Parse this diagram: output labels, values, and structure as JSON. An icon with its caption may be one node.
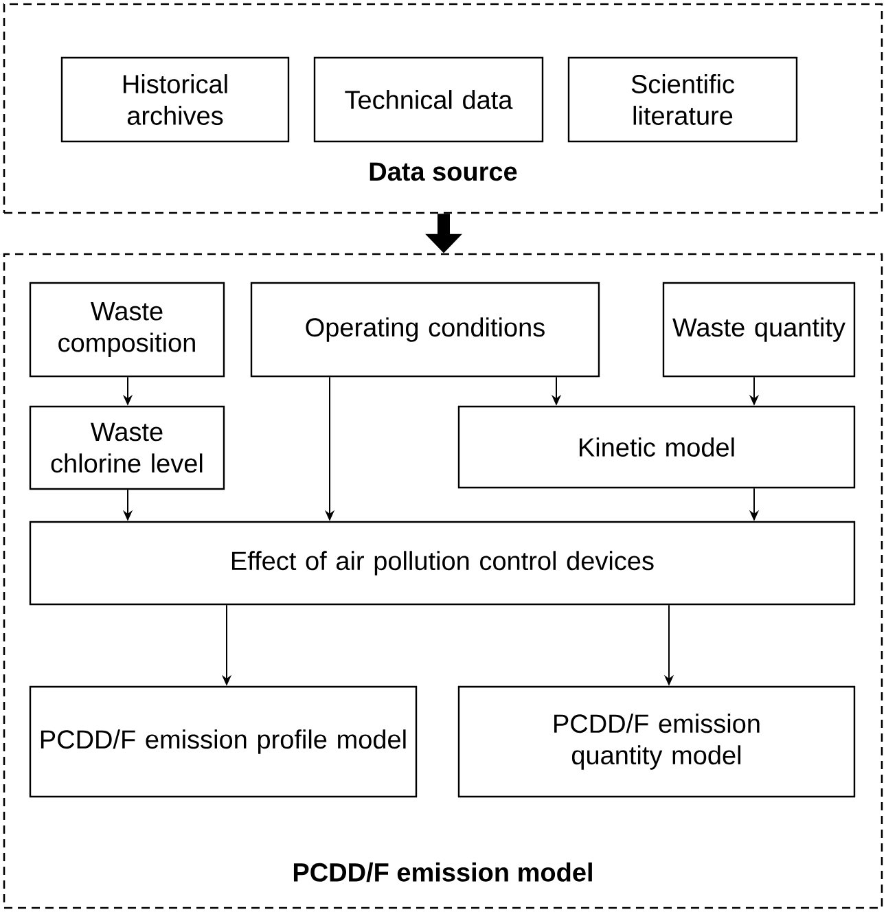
{
  "diagram": {
    "nodes": [
      {
        "text": [
          "Data source"
        ]
      },
      {
        "text": [
          "Historical archives"
        ],
        "in": 0
      },
      {
        "text": [
          "Technical data"
        ],
        "in": 0
      },
      {
        "text": [
          "Scientific literature"
        ],
        "in": 0
      },
      {
        "text": [
          "PCDD/F emission model"
        ]
      },
      {
        "text": [
          "Waste composition"
        ],
        "in": 4
      },
      {
        "text": [
          "Operating conditions"
        ],
        "in": 4
      },
      {
        "text": [
          "Waste quantity"
        ],
        "in": 4
      },
      {
        "text": [
          "Waste chlorine level"
        ],
        "in": 4
      },
      {
        "text": [
          "Kinetic model"
        ],
        "in": 4
      },
      {
        "text": [
          "Effect of air pollution control devices"
        ],
        "in": 4
      },
      {
        "text": [
          "PCDD/F emission profile model"
        ],
        "in": 4
      },
      {
        "text": [
          "PCDD/F emission quantity model"
        ],
        "in": 4
      }
    ],
    "edges": [
      {
        "from": 0,
        "to": 4,
        "arrow": "to",
        "style": "thick"
      },
      {
        "from": 5,
        "to": 8,
        "arrow": "to"
      },
      {
        "from": 6,
        "to": 10,
        "arrow": "to"
      },
      {
        "from": 6,
        "to": 9,
        "arrow": "to"
      },
      {
        "from": 7,
        "to": 9,
        "arrow": "to"
      },
      {
        "from": 8,
        "to": 10,
        "arrow": "to"
      },
      {
        "from": 9,
        "to": 10,
        "arrow": "to"
      },
      {
        "from": 10,
        "to": 11,
        "arrow": "to"
      },
      {
        "from": 10,
        "to": 12,
        "arrow": "to"
      }
    ]
  }
}
